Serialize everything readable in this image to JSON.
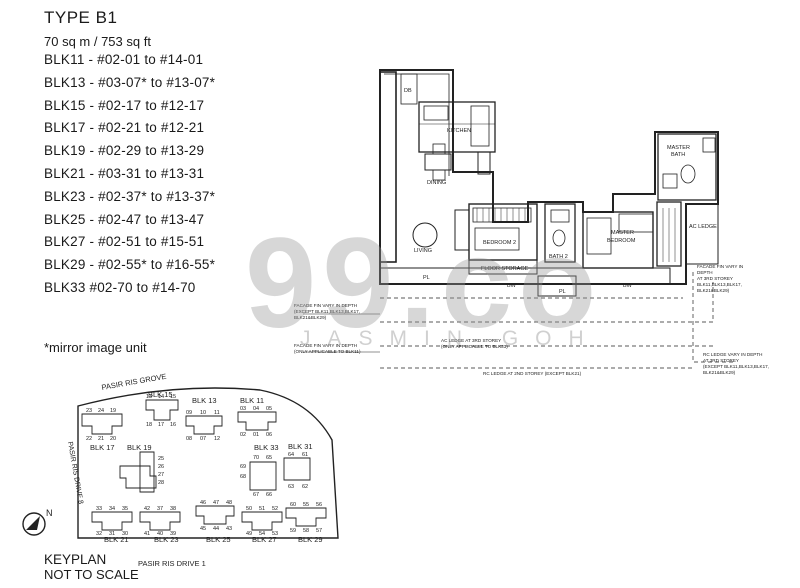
{
  "header": {
    "type": "TYPE B1",
    "area": "70 sq m / 753 sq ft"
  },
  "units": [
    "BLK11 - #02-01 to #14-01",
    "BLK13 - #03-07* to #13-07*",
    "BLK15 - #02-17 to #12-17",
    "BLK17 - #02-21 to #12-21",
    "BLK19 - #02-29 to #13-29",
    "BLK21 - #03-31 to #13-31",
    "BLK23 - #02-37* to #13-37*",
    "BLK25 - #02-47 to #13-47",
    "BLK27 - #02-51 to #15-51",
    "BLK29 - #02-55* to #16-55*",
    "BLK33 #02-70 to #14-70"
  ],
  "mirror_note": "*mirror image unit",
  "floorplan": {
    "rooms": {
      "db": "DB",
      "kitchen": "KITCHEN",
      "dining": "DINING",
      "living": "LIVING",
      "bedroom2": "BEDROOM 2",
      "floor_storage": "FLOOR STORAGE",
      "bath2": "BATH 2",
      "master_bedroom_1": "MASTER",
      "master_bedroom_2": "BEDROOM",
      "master_bath_1": "MASTER",
      "master_bath_2": "BATH",
      "ac_ledge": "AC LEDGE",
      "pl": "PL",
      "bw1": "BW",
      "bw2": "BW",
      "pl2": "PL"
    },
    "notes": {
      "facade_left_1": "FACADE FIN VARY IN DEPTH",
      "facade_left_2": "(EXCEPT BLK11,BLK13,BLK17,",
      "facade_left_3": "BLK21&BLK29)",
      "facade_left2_1": "FACADE FIN VARY IN DEPTH",
      "facade_left2_2": "(ONLY APPLICABLE TO BLK11)",
      "ac_ledge_3rd": "AC LEDGE AT 3RD STOREY",
      "ac_ledge_3rd_2": "(ONLY APPLICABLE TO BLK33)",
      "rc_ledge_2nd": "RC LEDGE AT 2ND STOREY (EXCEPT BLK21)",
      "facade_right_1": "FACADE FIN VARY IN",
      "facade_right_2": "DEPTH",
      "facade_right_3": "AT 3RD STOREY",
      "facade_right_4": "BLK11,BLK13,BLK17,",
      "facade_right_5": "BLK21&BLK29)",
      "rc_right_1": "RC LEDGE VARY IN DEPTH",
      "rc_right_2": "AT 3RD STOREY",
      "rc_right_3": "(EXCEPT BLK11,BLK13,BLK17,",
      "rc_right_4": "BLK21&BLK29)"
    }
  },
  "watermark": {
    "number": "99.co",
    "name": "JASMIN GOH"
  },
  "keyplan": {
    "title": "KEYPLAN",
    "subtitle": "NOT TO SCALE",
    "north": "N",
    "roads": {
      "grove": "PASIR RIS GROVE",
      "drive8": "PASIR RIS DRIVE 8",
      "drive1": "PASIR RIS DRIVE 1"
    },
    "blocks": {
      "blk15": "BLK 15",
      "blk13": "BLK 13",
      "blk11": "BLK 11",
      "blk17": "BLK 17",
      "blk19": "BLK 19",
      "blk33": "BLK 33",
      "blk31": "BLK 31",
      "blk21": "BLK 21",
      "blk23": "BLK 23",
      "blk25": "BLK 25",
      "blk27": "BLK 27",
      "blk29": "BLK 29"
    },
    "unit_numbers": {
      "u23": "23",
      "u24": "24",
      "u19": "19",
      "u22": "22",
      "u21": "21",
      "u20": "20",
      "u13": "13",
      "u14": "14",
      "u15": "15",
      "u18": "18",
      "u17": "17",
      "u16": "16",
      "u09": "09",
      "u10": "10",
      "u11": "11",
      "u08": "08",
      "u07": "07",
      "u12": "12",
      "u03": "03",
      "u04": "04",
      "u05": "05",
      "u02": "02",
      "u01": "01",
      "u06": "06",
      "u25": "25",
      "u26": "26",
      "u27": "27",
      "u28": "28",
      "u70": "70",
      "u65": "65",
      "u69": "69",
      "u68": "68",
      "u67": "67",
      "u66": "66",
      "u64": "64",
      "u61": "61",
      "u63": "63",
      "u62": "62",
      "u33": "33",
      "u34": "34",
      "u35": "35",
      "u32": "32",
      "u31": "31",
      "u30": "30",
      "u42": "42",
      "u37": "37",
      "u38": "38",
      "u41": "41",
      "u40": "40",
      "u39": "39",
      "u46": "46",
      "u47": "47",
      "u48": "48",
      "u45": "45",
      "u44": "44",
      "u43": "43",
      "u50": "50",
      "u51": "51",
      "u52": "52",
      "u49": "49",
      "u54": "54",
      "u53": "53",
      "u60": "60",
      "u55": "55",
      "u56": "56",
      "u59": "59",
      "u58": "58",
      "u57": "57"
    }
  }
}
